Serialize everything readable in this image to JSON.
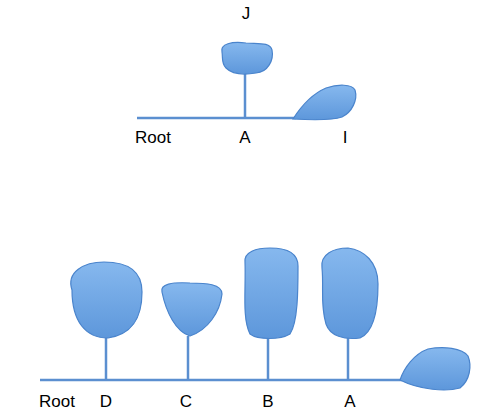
{
  "diagram": {
    "labels": [
      "J",
      "Root",
      "A",
      "I",
      "Root",
      "D",
      "C",
      "B",
      "A"
    ]
  }
}
